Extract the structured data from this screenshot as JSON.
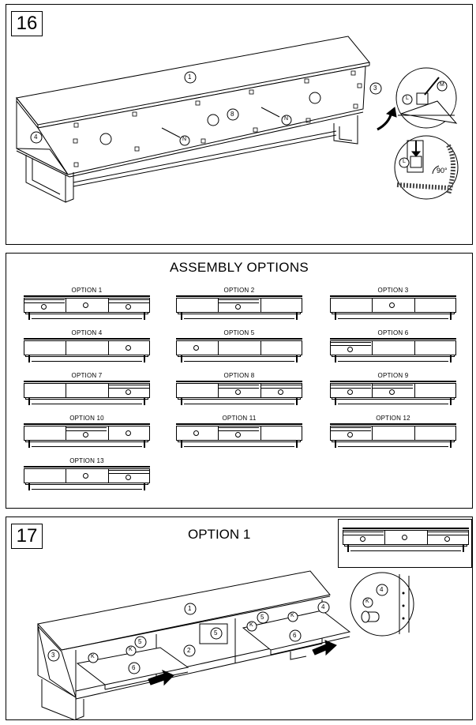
{
  "step16": {
    "number": "16",
    "parts": {
      "p1": "1",
      "p3": "3",
      "p4": "4",
      "p8": "8",
      "pN": "N",
      "pL": "L",
      "pM": "M"
    },
    "angle_label": "90°"
  },
  "assembly": {
    "title": "ASSEMBLY OPTIONS",
    "options": [
      {
        "label": "OPTION 1",
        "slots": [
          "drawer",
          "door",
          "drawer"
        ]
      },
      {
        "label": "OPTION 2",
        "slots": [
          "empty",
          "drawer",
          "empty"
        ]
      },
      {
        "label": "OPTION 3",
        "slots": [
          "empty",
          "door",
          "empty"
        ]
      },
      {
        "label": "OPTION 4",
        "slots": [
          "empty",
          "empty",
          "door"
        ]
      },
      {
        "label": "OPTION 5",
        "slots": [
          "door",
          "empty",
          "empty"
        ]
      },
      {
        "label": "OPTION 6",
        "slots": [
          "drawer",
          "empty",
          "empty"
        ]
      },
      {
        "label": "OPTION 7",
        "slots": [
          "empty",
          "empty",
          "drawer"
        ]
      },
      {
        "label": "OPTION 8",
        "slots": [
          "empty",
          "drawer",
          "drawer"
        ]
      },
      {
        "label": "OPTION 9",
        "slots": [
          "drawer",
          "drawer",
          "empty"
        ]
      },
      {
        "label": "OPTION 10",
        "slots": [
          "empty",
          "drawer",
          "door"
        ]
      },
      {
        "label": "OPTION 11",
        "slots": [
          "door",
          "drawer",
          "empty"
        ]
      },
      {
        "label": "OPTION 12",
        "slots": [
          "drawer",
          "empty",
          "empty"
        ]
      },
      {
        "label": "OPTION 13",
        "slots": [
          "empty",
          "door",
          "drawer"
        ]
      }
    ]
  },
  "step17": {
    "number": "17",
    "title": "OPTION 1",
    "inset_slots": [
      "drawer",
      "door",
      "drawer"
    ],
    "parts": {
      "p1": "1",
      "p2": "2",
      "p3": "3",
      "p4": "4",
      "p5": "5",
      "p6": "6",
      "pK": "K"
    }
  }
}
